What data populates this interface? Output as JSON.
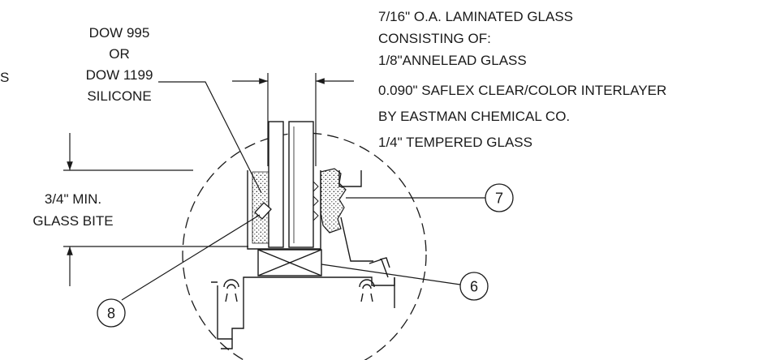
{
  "sealant_note": {
    "lines": [
      "DOW 995",
      "OR",
      "DOW 1199",
      "SILICONE"
    ]
  },
  "left_fragment": "S",
  "glass_note": {
    "lines": [
      "7/16\" O.A. LAMINATED GLASS",
      "CONSISTING OF:",
      "1/8\"ANNELEAD  GLASS",
      "0.090\" SAFLEX CLEAR/COLOR INTERLAYER",
      "BY EASTMAN CHEMICAL CO.",
      "1/4\" TEMPERED GLASS"
    ]
  },
  "bite_note": {
    "lines": [
      "3/4\" MIN.",
      "GLASS BITE"
    ]
  },
  "callouts": {
    "c6": "6",
    "c7": "7",
    "c8": "8"
  },
  "colors": {
    "ink": "#1a1a1a",
    "background": "#ffffff"
  }
}
